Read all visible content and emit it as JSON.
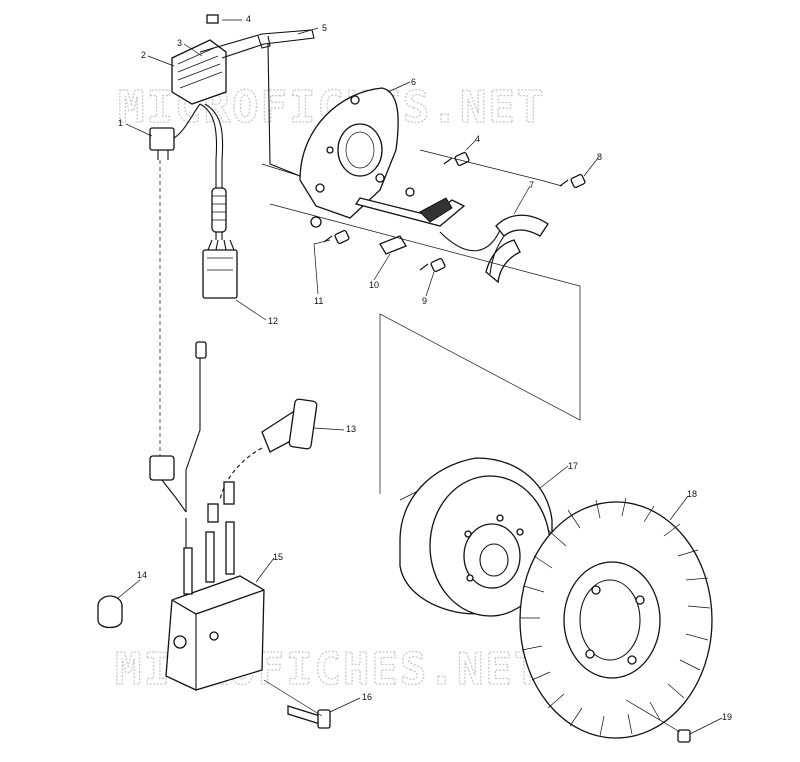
{
  "watermark": "MICROFICHES.NET",
  "callouts": [
    "1",
    "2",
    "3",
    "4",
    "5",
    "6",
    "4",
    "8",
    "7",
    "11",
    "10",
    "9",
    "12",
    "13",
    "17",
    "18",
    "14",
    "15",
    "16",
    "19"
  ]
}
